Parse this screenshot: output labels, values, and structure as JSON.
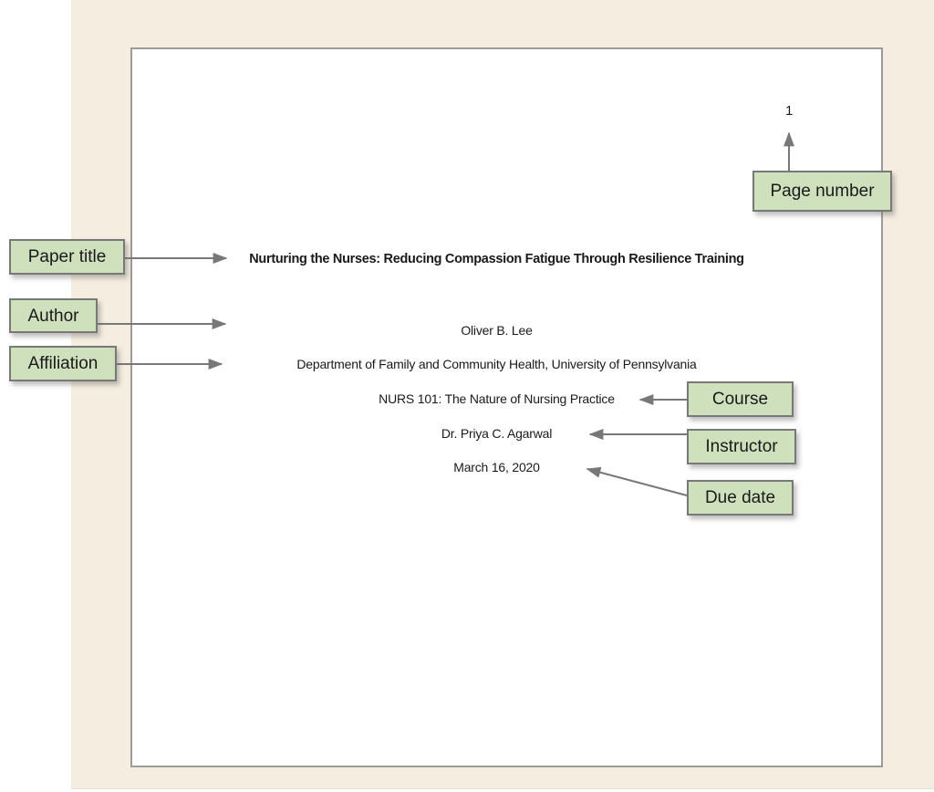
{
  "document": {
    "page_number": "1",
    "title": "Nurturing the Nurses: Reducing Compassion Fatigue Through Resilience Training",
    "author": "Oliver B. Lee",
    "affiliation": "Department of Family and Community Health, University of Pennsylvania",
    "course": "NURS 101: The Nature of Nursing Practice",
    "instructor": "Dr. Priya C. Agarwal",
    "due_date": "March 16, 2020"
  },
  "callouts": {
    "paper_title": "Paper title",
    "author": "Author",
    "affiliation": "Affiliation",
    "course": "Course",
    "instructor": "Instructor",
    "due_date": "Due date",
    "page_number": "Page number"
  },
  "colors": {
    "background": "#f5eee0",
    "page_background": "#ffffff",
    "page_border": "#9b9b9b",
    "callout_fill": "#cfe0bd",
    "callout_border": "#787878",
    "arrow": "#787878",
    "text": "#1a1a1a"
  }
}
